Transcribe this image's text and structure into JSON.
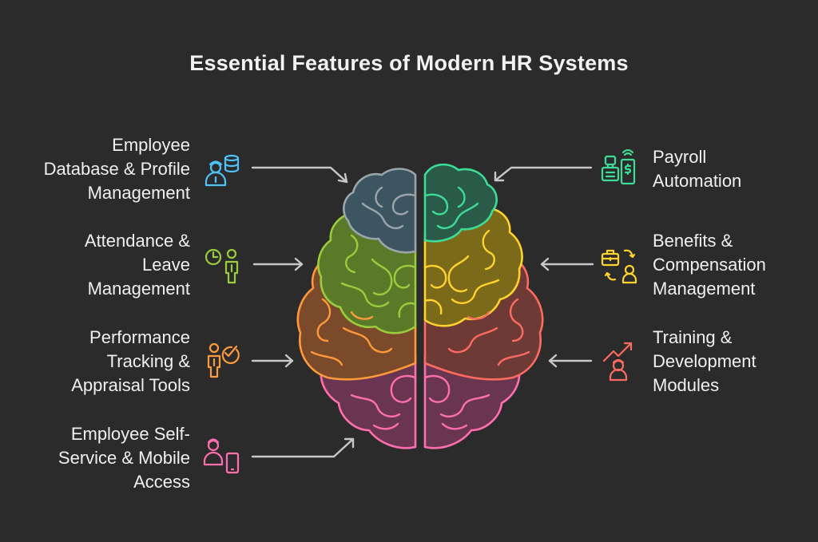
{
  "title": "Essential Features of Modern HR Systems",
  "features": [
    {
      "side": "left",
      "lines": [
        "Employee",
        "Database & Profile",
        "Management"
      ],
      "icon": "employee-database-icon",
      "color": "#4fc3f7"
    },
    {
      "side": "left",
      "lines": [
        "Attendance &",
        "Leave",
        "Management"
      ],
      "icon": "clock-person-icon",
      "color": "#9ccc3d"
    },
    {
      "side": "left",
      "lines": [
        "Performance",
        "Tracking &",
        "Appraisal Tools"
      ],
      "icon": "person-checkmark-icon",
      "color": "#ff9a3c"
    },
    {
      "side": "left",
      "lines": [
        "Employee Self-",
        "Service & Mobile",
        "Access"
      ],
      "icon": "person-mobile-icon",
      "color": "#ff6fb0"
    },
    {
      "side": "right",
      "lines": [
        "Payroll",
        "Automation"
      ],
      "icon": "payroll-phone-icon",
      "color": "#3ddc97"
    },
    {
      "side": "right",
      "lines": [
        "Benefits &",
        "Compensation",
        "Management"
      ],
      "icon": "briefcase-person-icon",
      "color": "#ffd22e"
    },
    {
      "side": "right",
      "lines": [
        "Training &",
        "Development",
        "Modules"
      ],
      "icon": "growth-person-icon",
      "color": "#ff6b61"
    }
  ],
  "colors": {
    "background": "#2b2b2b",
    "arrow": "#c8c8c8",
    "brain_top_left": "#3d5560",
    "brain_top_left_stroke": "#9aa6ab",
    "brain_green": "#5a7a2a",
    "brain_green_stroke": "#9ccc3d",
    "brain_orange": "#7a4a2a",
    "brain_orange_stroke": "#ff9a3c",
    "brain_pink": "#6a3550",
    "brain_pink_stroke": "#ff6fb0",
    "brain_teal": "#2a5a48",
    "brain_teal_stroke": "#3ddc97",
    "brain_yellow": "#7a6a1a",
    "brain_yellow_stroke": "#ffd22e",
    "brain_red": "#6e3a36",
    "brain_red_stroke": "#ff6b61"
  }
}
